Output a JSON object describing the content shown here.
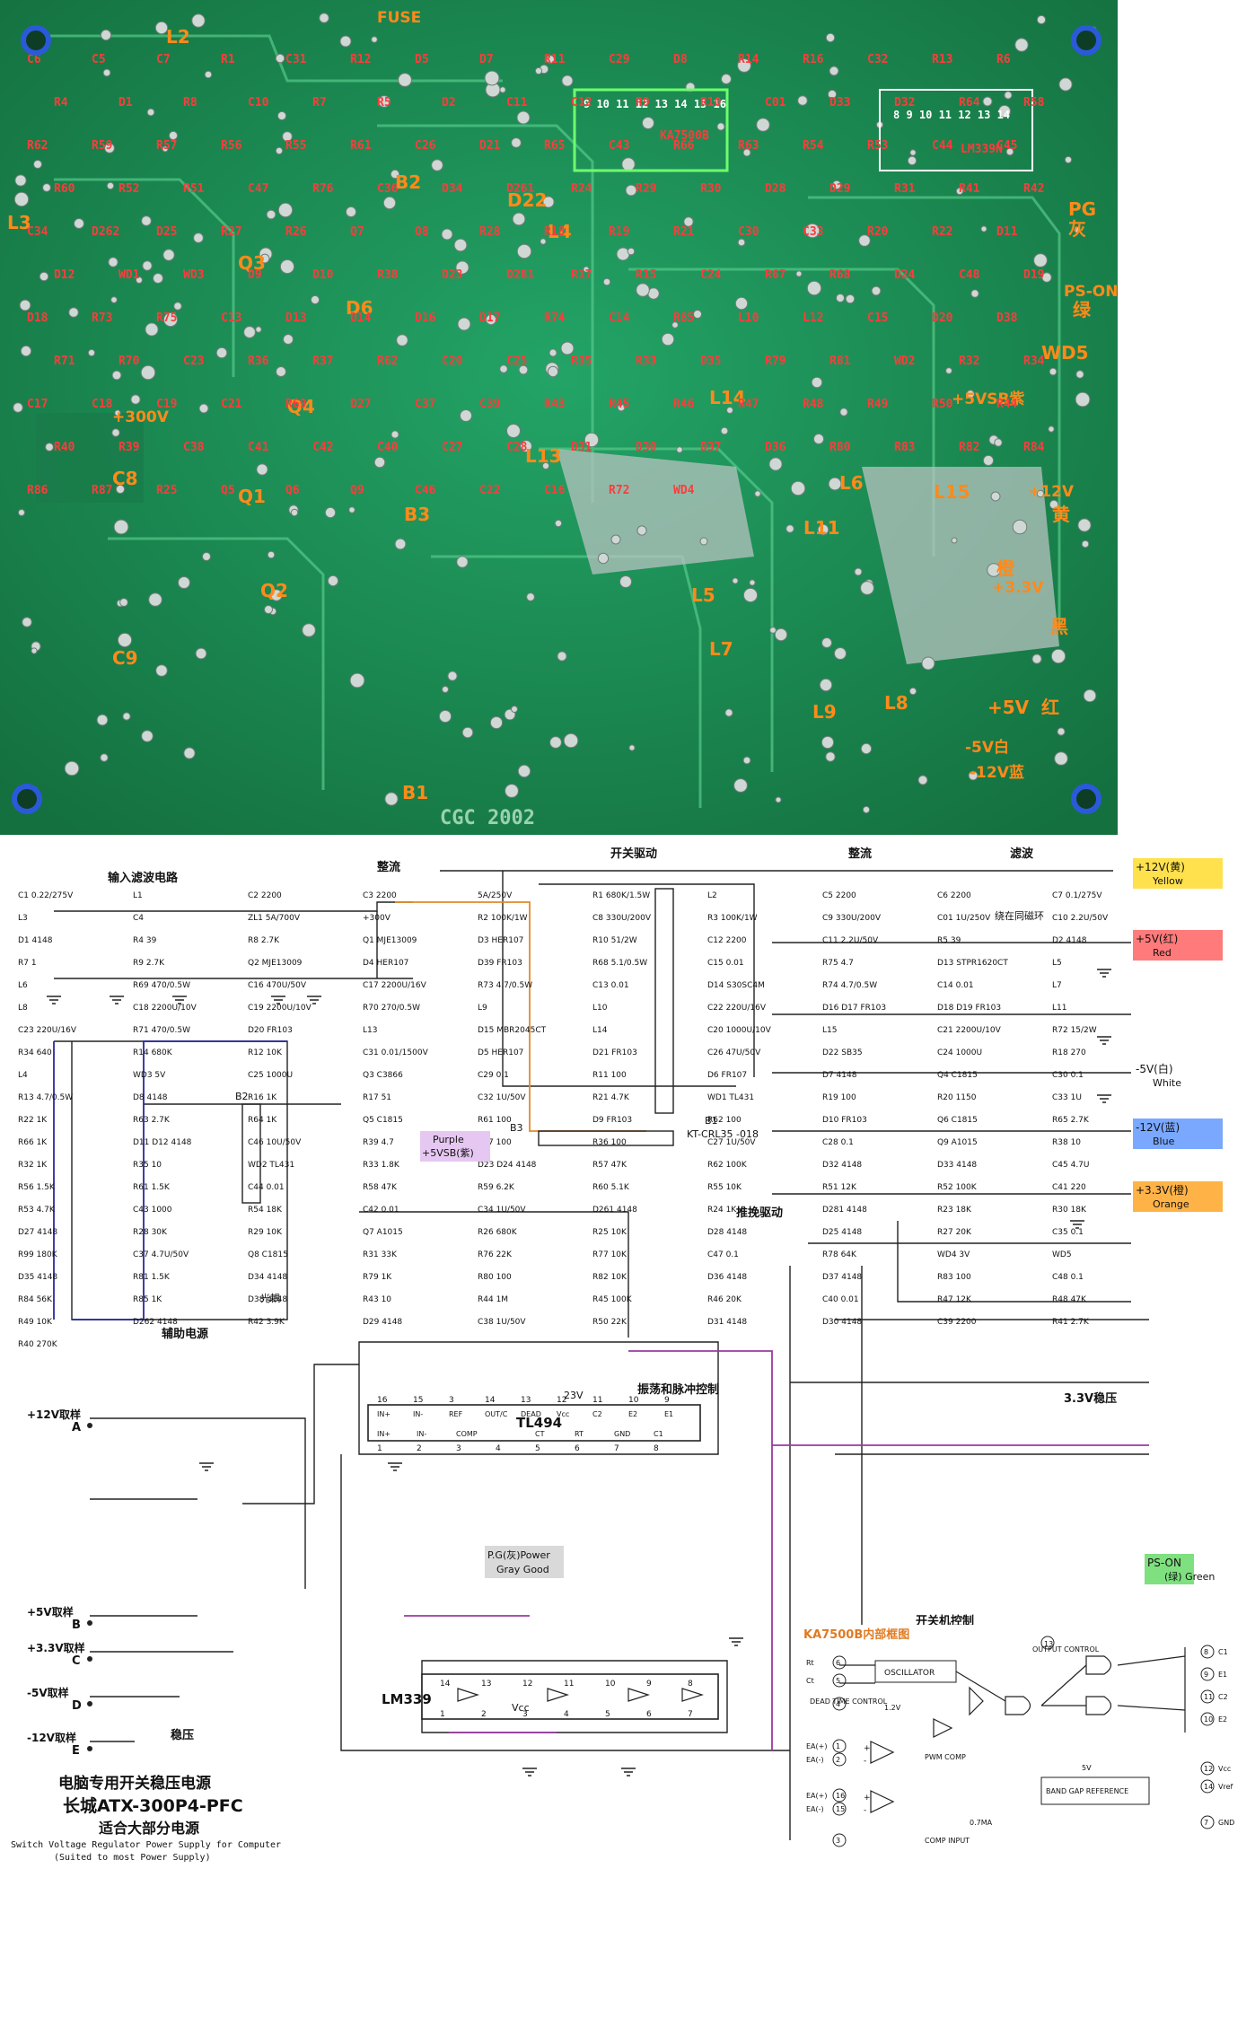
{
  "pcb": {
    "colors": {
      "board": "#1f8f5a",
      "board_dark": "#146b42",
      "silk": "#d6f0d8",
      "red": "#ff3b3b",
      "orange": "#ff8a1a"
    },
    "orange_labels": [
      "FUSE",
      "L2",
      "L3",
      "+300V",
      "C8",
      "C9",
      "B1",
      "B2",
      "B3",
      "Q1",
      "Q2",
      "Q3",
      "Q4",
      "D22",
      "L4",
      "L5",
      "L6",
      "L7",
      "L8",
      "L9",
      "L11",
      "L13",
      "L14",
      "L15",
      "D6",
      "PG",
      "灰",
      "PS-ON",
      "绿",
      "+5VSB紫",
      "+12V",
      "黄",
      "橙",
      "+3.3V",
      "黑",
      "+5V",
      "红",
      "-5V白",
      "-12V蓝",
      "WD5"
    ],
    "red_labels": [
      "C6",
      "C5",
      "C7",
      "R1",
      "C31",
      "R12",
      "D5",
      "D7",
      "R11",
      "C29",
      "D8",
      "R14",
      "R16",
      "C32",
      "R13",
      "R6",
      "R4",
      "D1",
      "R8",
      "C10",
      "R7",
      "R5",
      "D2",
      "C11",
      "C12",
      "R9",
      "R10",
      "C01",
      "D33",
      "D32",
      "R64",
      "R58",
      "R62",
      "R59",
      "R57",
      "R56",
      "R55",
      "R61",
      "C26",
      "D21",
      "R65",
      "C43",
      "R66",
      "R63",
      "R54",
      "R53",
      "C44",
      "C45",
      "R60",
      "R52",
      "R51",
      "C47",
      "R76",
      "C36",
      "D34",
      "D261",
      "R24",
      "R29",
      "R30",
      "D28",
      "D29",
      "R31",
      "R41",
      "R42",
      "C34",
      "D262",
      "D25",
      "R27",
      "R26",
      "Q7",
      "Q8",
      "R28",
      "R18",
      "R19",
      "R21",
      "C30",
      "C33",
      "R20",
      "R22",
      "D11",
      "D12",
      "WD1",
      "WD3",
      "D9",
      "D10",
      "R38",
      "D23",
      "D281",
      "R17",
      "R15",
      "C24",
      "R67",
      "R68",
      "D24",
      "C48",
      "D19",
      "D18",
      "R73",
      "R75",
      "C13",
      "D13",
      "D14",
      "D16",
      "D17",
      "R74",
      "C14",
      "R85",
      "L10",
      "L12",
      "C15",
      "D20",
      "D38",
      "R71",
      "R70",
      "C23",
      "R36",
      "R37",
      "R62",
      "C20",
      "C25",
      "R35",
      "R33",
      "D35",
      "R79",
      "R81",
      "WD2",
      "R32",
      "R34",
      "C17",
      "C18",
      "C19",
      "C21",
      "R69",
      "D27",
      "C37",
      "C39",
      "R43",
      "R45",
      "R46",
      "R47",
      "R48",
      "R49",
      "R50",
      "R44",
      "R40",
      "R39",
      "C38",
      "C41",
      "C42",
      "C40",
      "C27",
      "C28",
      "D31",
      "D30",
      "D37",
      "D36",
      "R80",
      "R83",
      "R82",
      "R84",
      "R86",
      "R87",
      "R25",
      "Q5",
      "Q6",
      "Q9",
      "C46",
      "C22",
      "C16",
      "R72",
      "WD4"
    ],
    "chips": [
      "KA7500B",
      "LM339N"
    ],
    "pin_row_a": "9 10 11 12 13 14 15 16",
    "pin_row_b": "8 9 10 11 12 13 14",
    "year_mark": "CGC 2002"
  },
  "schematic": {
    "sections": {
      "input_filter": "输入滤波电路",
      "rectify": "整流",
      "switch_drive": "开关驱动",
      "rectify2": "整流",
      "filter": "滤波",
      "push_pull": "推挽驱动",
      "aux_power": "辅助电源",
      "osc_pwm": "振荡和脉冲控制",
      "reg33": "3.3V稳压",
      "switch_ctrl": "开关机控制",
      "regulate": "稳压",
      "opto": "光耦",
      "inductor_note": "绕在同磁环"
    },
    "outputs": [
      {
        "label": "+12V(黄)",
        "en": "Yellow",
        "color": "#ffe14d"
      },
      {
        "label": "+5V(红)",
        "en": "Red",
        "color": "#ff7a7a"
      },
      {
        "label": "-5V(白)",
        "en": "White",
        "color": "#ffffff"
      },
      {
        "label": "-12V(蓝)",
        "en": "Blue",
        "color": "#7aa8ff"
      },
      {
        "label": "+3.3V(橙)",
        "en": "Orange",
        "color": "#ffb347"
      },
      {
        "label": "PS-ON",
        "en": "(绿) Green",
        "color": "#7fe07f"
      }
    ],
    "purple_tag": {
      "label": "Purple",
      "sub": "+5VSB(紫)"
    },
    "pg_tag": {
      "label": "P.G(灰)Power",
      "sub": "Gray Good"
    },
    "samples": [
      "+12V取样",
      "+5V取样",
      "+3.3V取样",
      "-5V取样",
      "-12V取样"
    ],
    "ics": {
      "tl494": "TL494",
      "lm339": "LM339",
      "b1": "B1",
      "b1_part": "KT-CRL35 -018",
      "b2": "B2",
      "b3": "B3"
    },
    "parts": [
      "C1 0.22/275V",
      "L1",
      "C2 2200",
      "C3 2200",
      "5A/250V",
      "R1 680K/1.5W",
      "L2",
      "C5 2200",
      "C6 2200",
      "C7 0.1/275V",
      "L3",
      "C4",
      "ZL1 5A/700V",
      "+300V",
      "R2 100K/1W",
      "C8 330U/200V",
      "R3 100K/1W",
      "C9 330U/200V",
      "C01 1U/250V",
      "C10 2.2U/50V",
      "D1 4148",
      "R4 39",
      "R8 2.7K",
      "Q1 MJE13009",
      "D3 HER107",
      "R10 51/2W",
      "C12 2200",
      "C11 2.2U/50V",
      "R5 39",
      "D2 4148",
      "R7 1",
      "R9 2.7K",
      "Q2 MJE13009",
      "D4 HER107",
      "D39 FR103",
      "R68 5.1/0.5W",
      "C15 0.01",
      "R75 4.7",
      "D13 STPR1620CT",
      "L5",
      "L6",
      "R69 470/0.5W",
      "C16 470U/50V",
      "C17 2200U/16V",
      "R73 4.7/0.5W",
      "C13 0.01",
      "D14 S30SC4M",
      "R74 4.7/0.5W",
      "C14 0.01",
      "L7",
      "L8",
      "C18 2200U/10V",
      "C19 2200U/10V",
      "R70 270/0.5W",
      "L9",
      "L10",
      "C22 220U/16V",
      "D16 D17 FR103",
      "D18 D19 FR103",
      "L11",
      "C23 220U/16V",
      "R71 470/0.5W",
      "D20 FR103",
      "L13",
      "D15 MBR2045CT",
      "L14",
      "C20 1000U/10V",
      "L15",
      "C21 2200U/10V",
      "R72 15/2W",
      "R34 640",
      "R14 680K",
      "R12 10K",
      "C31 0.01/1500V",
      "D5 HER107",
      "D21 FR103",
      "C26 47U/50V",
      "D22 SB35",
      "C24 1000U",
      "R18 270",
      "L4",
      "WD3 5V",
      "C25 1000U",
      "Q3 C3866",
      "C29 0.1",
      "R11 100",
      "D6 FR107",
      "D7 4148",
      "Q4 C1815",
      "C30 0.1",
      "R13 4.7/0.5W",
      "D8 4148",
      "R16 1K",
      "R17 51",
      "C32 1U/50V",
      "R21 4.7K",
      "WD1 TL431",
      "R19 100",
      "R20 1150",
      "C33 1U",
      "R22 1K",
      "R63 2.7K",
      "R64 1K",
      "Q5 C1815",
      "R61 100",
      "D9 FR103",
      "R62 100",
      "D10 FR103",
      "Q6 C1815",
      "R65 2.7K",
      "R66 1K",
      "D11 D12 4148",
      "C46 10U/50V",
      "R39 4.7",
      "R37 100",
      "R36 100",
      "C27 1U/50V",
      "C28 0.1",
      "Q9 A1015",
      "R38 10",
      "R32 1K",
      "R35 10",
      "WD2 TL431",
      "R33 1.8K",
      "D23 D24 4148",
      "R57 47K",
      "R62 100K",
      "D32 4148",
      "D33 4148",
      "C45 4.7U",
      "R56 1.5K",
      "R61 1.5K",
      "C44 0.01",
      "R58 47K",
      "R59 6.2K",
      "R60 5.1K",
      "R55 10K",
      "R51 12K",
      "R52 100K",
      "C41 220",
      "R53 4.7K",
      "C43 1000",
      "R54 18K",
      "C42 0.01",
      "C34 1U/50V",
      "D261 4148",
      "R24 1K",
      "D281 4148",
      "R23 18K",
      "R30 18K",
      "D27 4148",
      "R28 30K",
      "R29 10K",
      "Q7 A1015",
      "R26 680K",
      "R25 10K",
      "D28 4148",
      "D25 4148",
      "R27 20K",
      "C35 0.1",
      "R99 180K",
      "C37 4.7U/50V",
      "Q8 C1815",
      "R31 33K",
      "R76 22K",
      "R77 10K",
      "C47 0.1",
      "R78 64K",
      "WD4 3V",
      "WD5",
      "D35 4148",
      "R81 1.5K",
      "D34 4148",
      "R79 1K",
      "R80 100",
      "R82 10K",
      "D36 4148",
      "D37 4148",
      "R83 100",
      "C48 0.1",
      "R84 56K",
      "R85 1K",
      "D38 4148",
      "R43 10",
      "R44 1M",
      "R45 100K",
      "R46 20K",
      "C40 0.01",
      "R47 12K",
      "R48 47K",
      "R49 10K",
      "D262 4148",
      "R42 3.9K",
      "D29 4148",
      "C38 1U/50V",
      "R50 22K",
      "D31 4148",
      "D30 4148",
      "C39 2200",
      "R41 2.7K",
      "R40 270K"
    ],
    "tl494_pins": {
      "top": [
        "16",
        "15",
        "3",
        "14",
        "13",
        "12",
        "11",
        "10",
        "9"
      ],
      "top_names": [
        "IN+",
        "IN-",
        "REF",
        "OUT/C",
        "DEAD",
        "Vcc",
        "C2",
        "E2",
        "E1"
      ],
      "bottom_names": [
        "IN+",
        "IN-",
        "COMP",
        "",
        "CT",
        "RT",
        "GND",
        "C1"
      ],
      "bottom": [
        "1",
        "2",
        "3",
        "4",
        "5",
        "6",
        "7",
        "8"
      ],
      "v23": "23V"
    },
    "lm339_pins": {
      "top": [
        "14",
        "13",
        "12",
        "11",
        "10",
        "9",
        "8"
      ],
      "bottom": [
        "1",
        "2",
        "3",
        "4",
        "5",
        "6",
        "7"
      ],
      "vcc": "Vcc"
    },
    "title": {
      "cn1": "电脑专用开关稳压电源",
      "cn2": "长城ATX-300P4-PFC",
      "cn3": "适合大部分电源",
      "en1": "Switch Voltage Regulator Power Supply for Computer",
      "en2": "(Suited to most Power Supply)"
    },
    "block": {
      "title": "KA7500B内部框图",
      "output_control": "OUTPUT CONTROL",
      "oscillator": "OSCILLATOR",
      "dead_time": "DEAD TIME CONTROL",
      "v12": "1.2V",
      "pwm": "PWM COMP",
      "comp_input": "COMP INPUT",
      "band_gap": "BAND GAP REFERENCE",
      "v5": "5V",
      "ma07": "0.7MA",
      "left_pins": [
        [
          "Rt",
          "6"
        ],
        [
          "Ct",
          "5"
        ],
        [
          "",
          "4"
        ],
        [
          "EA(+)",
          "1"
        ],
        [
          "EA(-)",
          "2"
        ],
        [
          "EA(+)",
          "16"
        ],
        [
          "EA(-)",
          "15"
        ],
        [
          "",
          "3"
        ]
      ],
      "right_pins": [
        [
          "8",
          "C1"
        ],
        [
          "9",
          "E1"
        ],
        [
          "11",
          "C2"
        ],
        [
          "10",
          "E2"
        ],
        [
          "12",
          "Vcc"
        ],
        [
          "14",
          "Vref"
        ],
        [
          "7",
          "GND"
        ]
      ],
      "oc_pin": "13",
      "ea_plus": "+",
      "ea_minus": "-"
    }
  }
}
